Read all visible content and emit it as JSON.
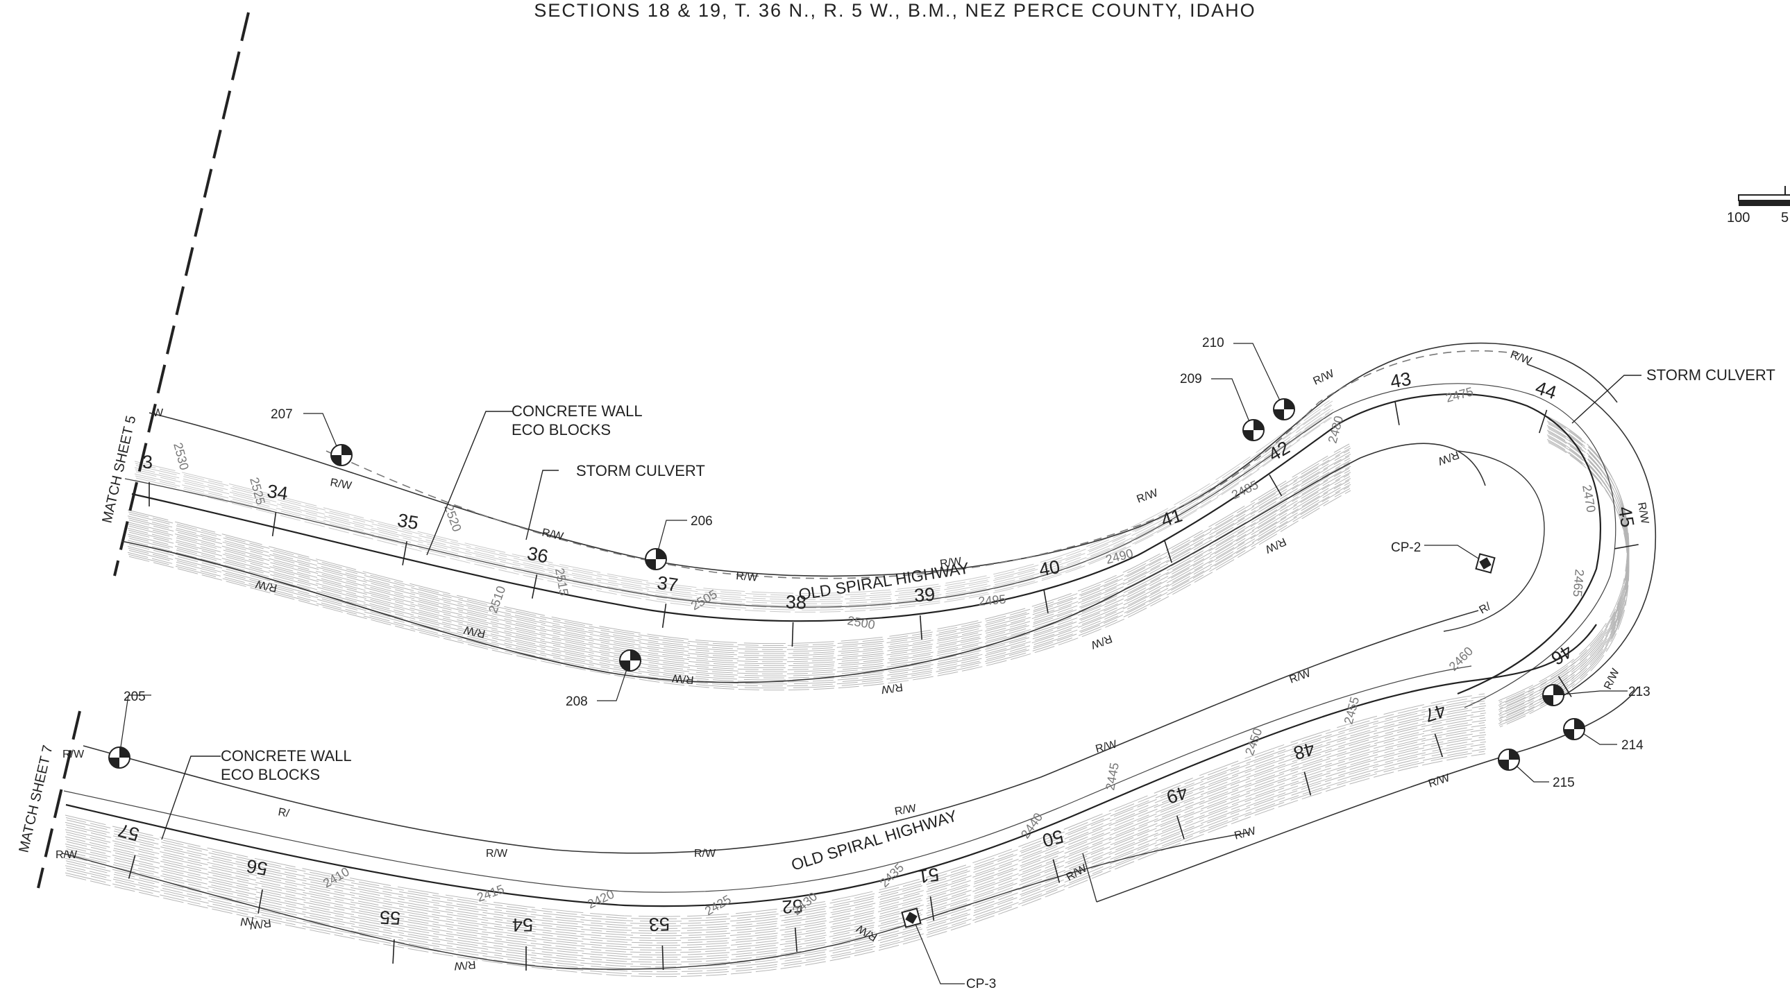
{
  "title": "SECTIONS 18 & 19, T. 36 N., R. 5 W., B.M., NEZ PERCE COUNTY, IDAHO",
  "match_lines": [
    "MATCH SHEET 5",
    "MATCH SHEET 7"
  ],
  "road_labels": [
    "OLD SPIRAL HIGHWAY",
    "OLD SPIRAL HIGHWAY"
  ],
  "notes": [
    "CONCRETE WALL",
    "ECO BLOCKS",
    "STORM CULVERT",
    "STORM CULVERT",
    "CONCRETE WALL",
    "ECO BLOCKS"
  ],
  "scale_bar": [
    "100",
    "5"
  ],
  "control_points": [
    "CP-2",
    "CP-3"
  ],
  "monuments": [
    "205",
    "206",
    "207",
    "208",
    "209",
    "210",
    "213",
    "214",
    "215"
  ],
  "stations": [
    "3",
    "34",
    "35",
    "36",
    "37",
    "38",
    "39",
    "40",
    "41",
    "42",
    "43",
    "44",
    "45",
    "46",
    "47",
    "48",
    "49",
    "50",
    "51",
    "52",
    "53",
    "54",
    "55",
    "56",
    "57"
  ],
  "contour_labels": [
    "2530",
    "2525",
    "2520",
    "2515",
    "2510",
    "2505",
    "2500",
    "2495",
    "2490",
    "2485",
    "2480",
    "2475",
    "2470",
    "2465",
    "2460",
    "2455",
    "2450",
    "2445",
    "2440",
    "2435",
    "2430",
    "2425",
    "2420",
    "2415",
    "2410"
  ],
  "rw_label": "R/W",
  "rw_partial": [
    "R/",
    "W",
    "R/ ",
    "/W"
  ],
  "colors": {
    "ink": "#222222",
    "contour": "#8a8a8a",
    "hatch": "#9a9a9a"
  }
}
